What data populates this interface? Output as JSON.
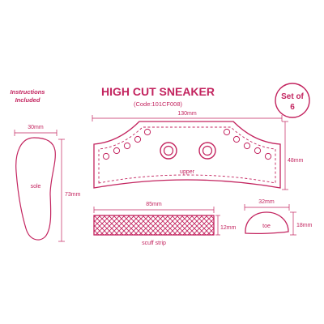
{
  "title": "HIGH CUT SNEAKER",
  "code": "(Code:101CF008)",
  "badge": {
    "line1": "Set of",
    "line2": "6"
  },
  "instructions": {
    "line1": "Instructions",
    "line2": "Included"
  },
  "pieces": {
    "sole": {
      "label": "sole",
      "width": "30mm",
      "height": "73mm"
    },
    "upper": {
      "label": "upper",
      "width": "130mm",
      "height": "48mm"
    },
    "scuff_strip": {
      "label": "scuff strip",
      "width": "85mm",
      "height": "12mm"
    },
    "toe": {
      "label": "toe",
      "width": "32mm",
      "height": "18mm"
    }
  },
  "colors": {
    "accent": "#c3245f"
  }
}
